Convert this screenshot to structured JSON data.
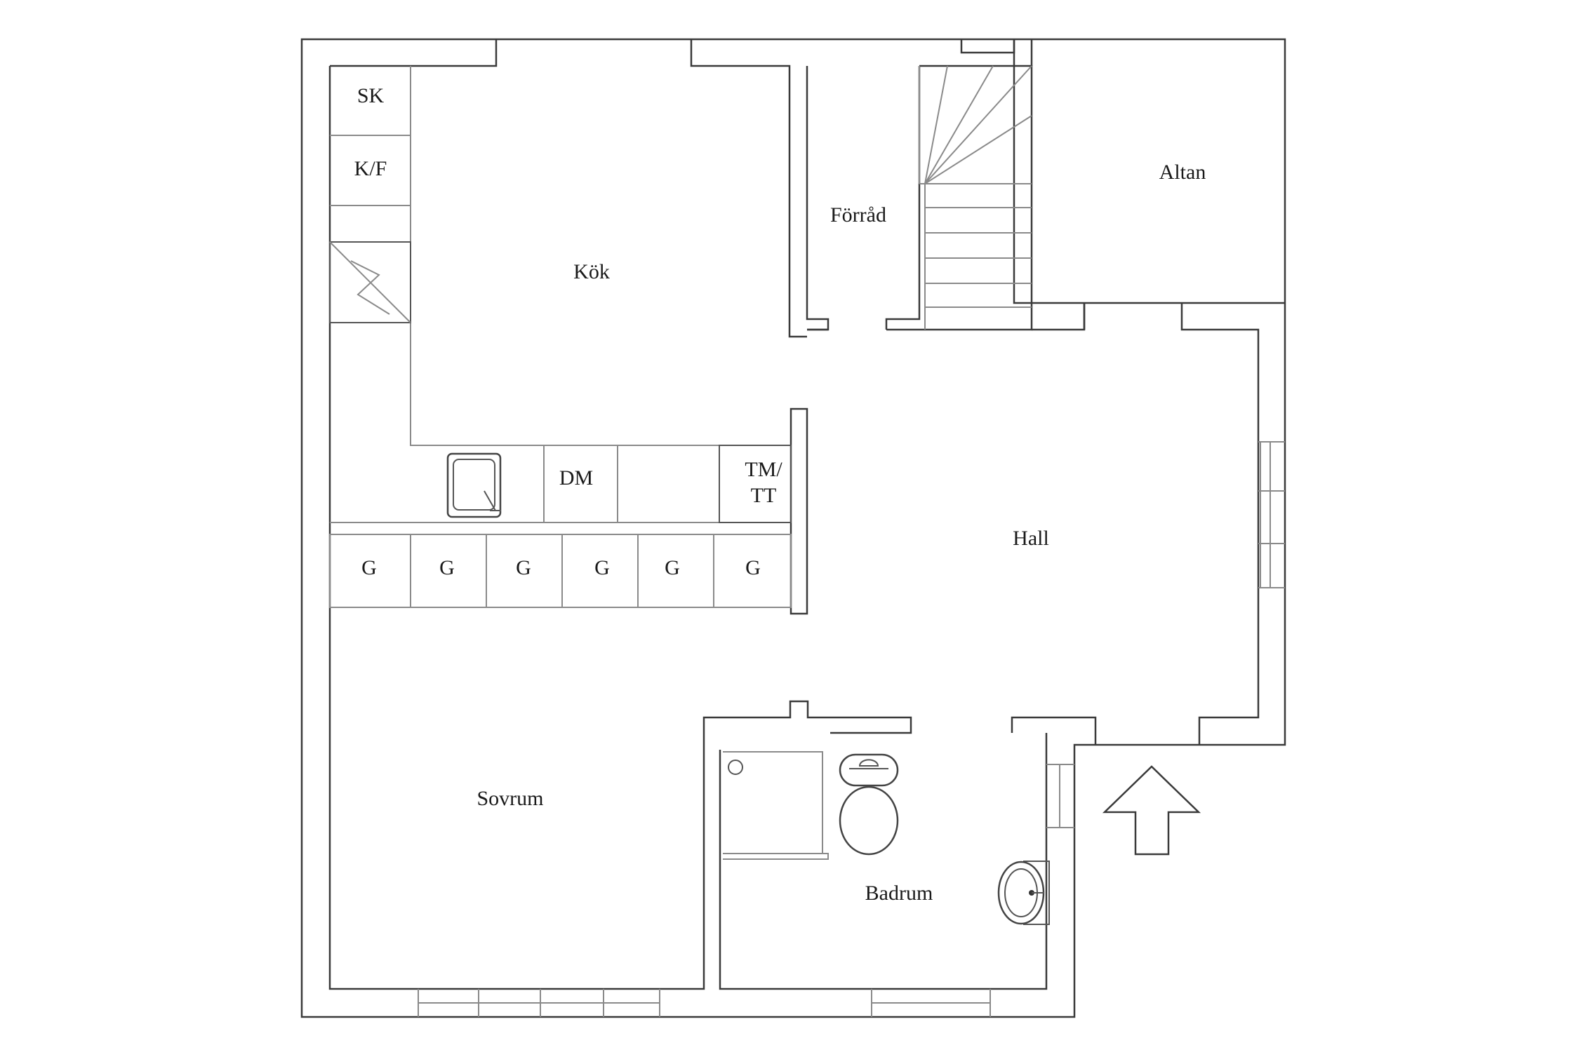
{
  "rooms": {
    "kok": "Kök",
    "forrad": "Förråd",
    "altan": "Altan",
    "hall": "Hall",
    "sovrum": "Sovrum",
    "badrum": "Badrum"
  },
  "fixtures": {
    "sk": "SK",
    "kf": "K/F",
    "dm": "DM",
    "tm_line1": "TM/",
    "tm_line2": "TT",
    "wardrobes": [
      "G",
      "G",
      "G",
      "G",
      "G",
      "G"
    ]
  }
}
